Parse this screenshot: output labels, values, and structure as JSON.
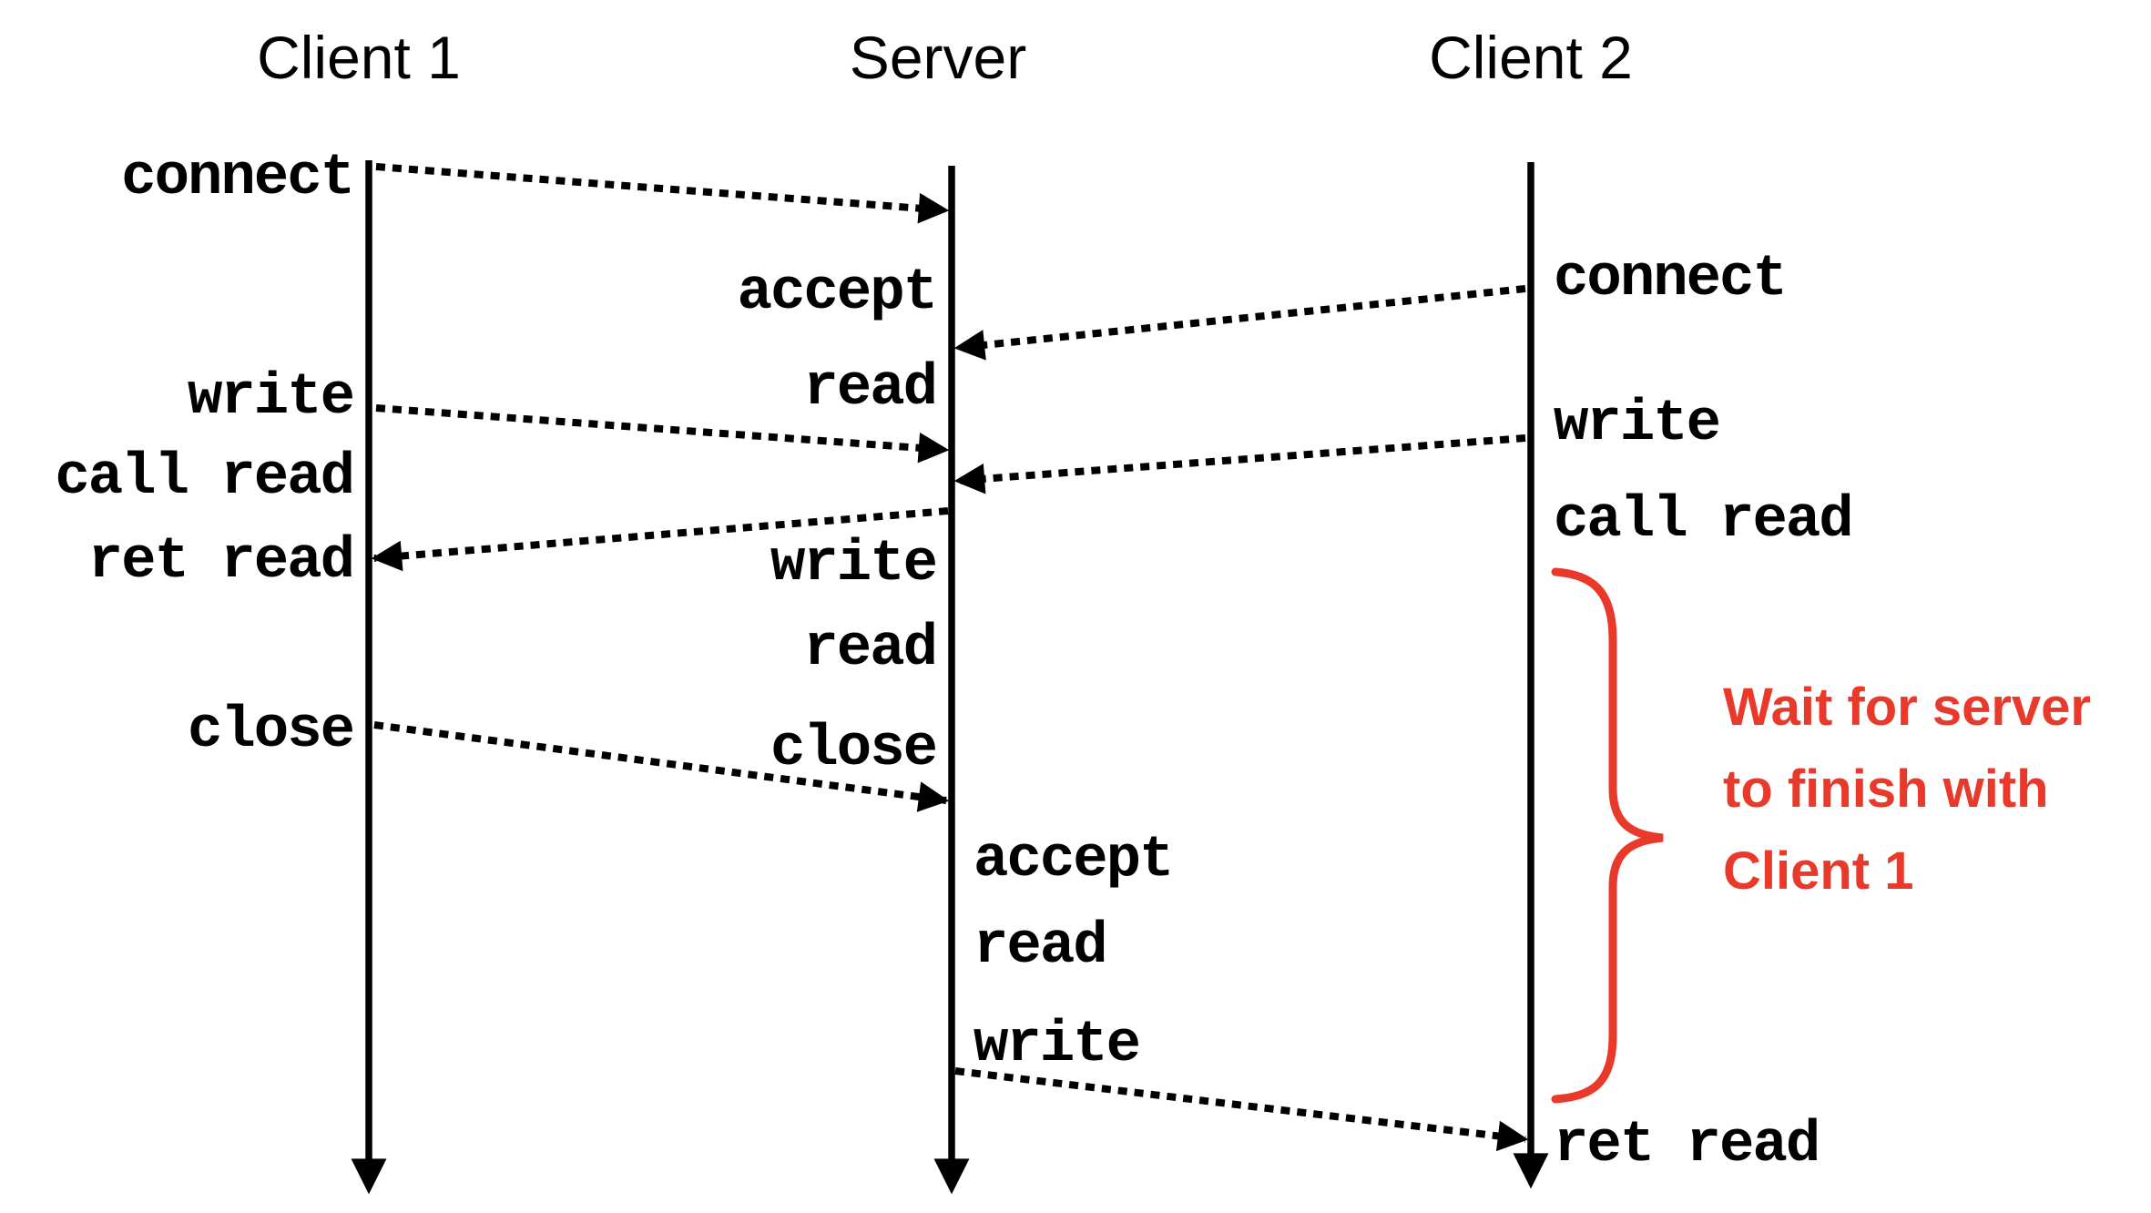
{
  "headers": {
    "client1": "Client 1",
    "server": "Server",
    "client2": "Client 2"
  },
  "labels": {
    "client1": {
      "connect": "connect",
      "write": "write",
      "call_read": "call read",
      "ret_read": "ret read",
      "close": "close"
    },
    "server_upper": {
      "accept": "accept",
      "read1": "read",
      "write": "write",
      "read2": "read",
      "close": "close"
    },
    "server_lower": {
      "accept": "accept",
      "read": "read",
      "write": "write"
    },
    "client2": {
      "connect": "connect",
      "write": "write",
      "call_read": "call read",
      "ret_read": "ret read"
    }
  },
  "annotation": {
    "line1": "Wait for server",
    "line2": "to finish with",
    "line3": "Client 1"
  },
  "arrows": [
    {
      "from": "client1",
      "to": "server",
      "event": "connect"
    },
    {
      "from": "client2",
      "to": "server",
      "event": "connect"
    },
    {
      "from": "client1",
      "to": "server",
      "event": "write"
    },
    {
      "from": "client2",
      "to": "server",
      "event": "write"
    },
    {
      "from": "server",
      "to": "client1",
      "event": "write -> ret read"
    },
    {
      "from": "client1",
      "to": "server",
      "event": "close"
    },
    {
      "from": "server",
      "to": "client2",
      "event": "write -> ret read"
    }
  ],
  "colors": {
    "line_black": "#000000",
    "annotation_red": "#e8392b",
    "background": "#ffffff"
  }
}
